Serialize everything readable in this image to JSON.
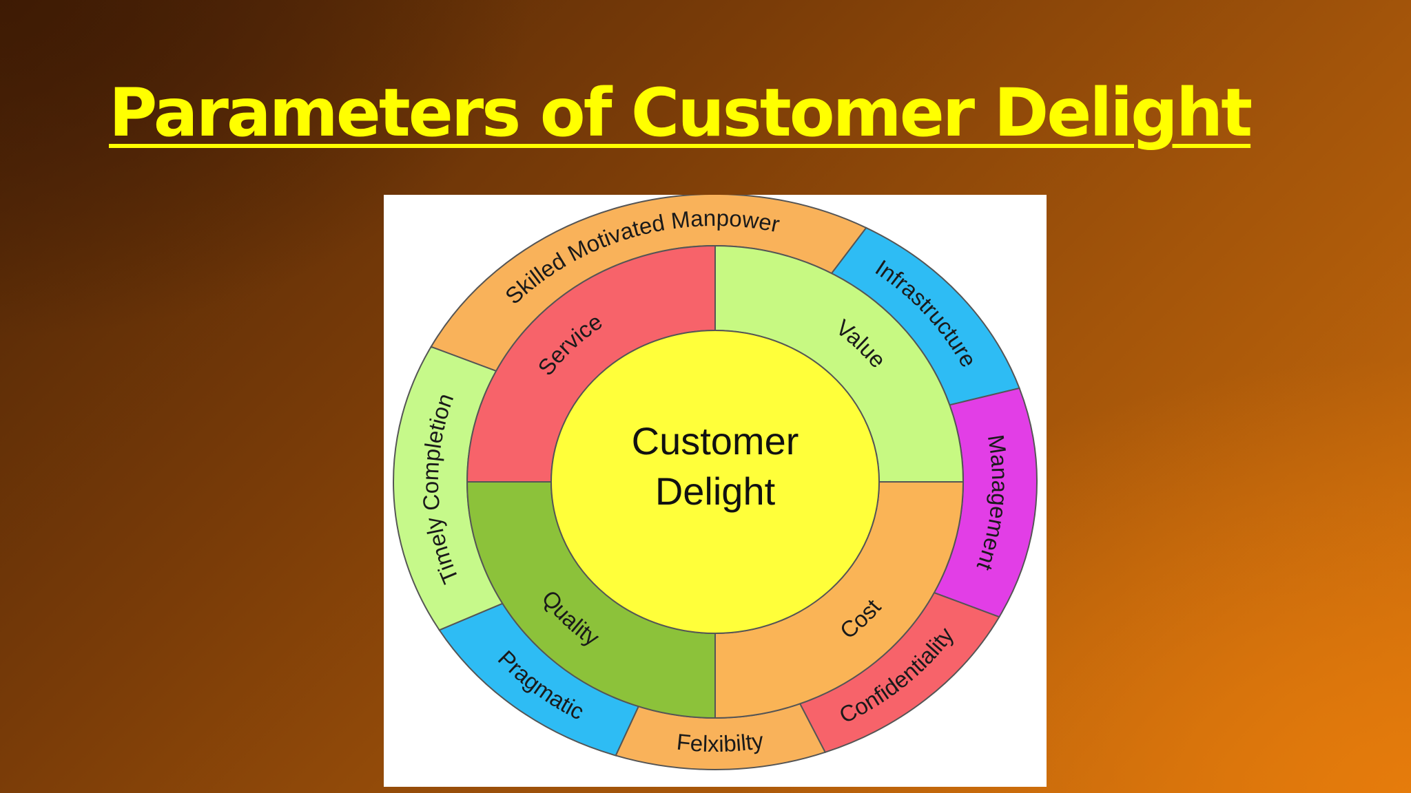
{
  "title": "Parameters of Customer Delight",
  "center": {
    "line1": "Customer",
    "line2": "Delight",
    "color": "#ffff3a"
  },
  "inner_ring": [
    {
      "label": "Service",
      "color": "#f7636a"
    },
    {
      "label": "Value",
      "color": "#c7f982"
    },
    {
      "label": "Cost",
      "color": "#fab456"
    },
    {
      "label": "Quality",
      "color": "#8cc23a"
    }
  ],
  "outer_ring": [
    {
      "label": "Skilled Motivated Manpower",
      "color": "#f9b25a"
    },
    {
      "label": "Infrastructure",
      "color": "#2ebcf4"
    },
    {
      "label": "Management",
      "color": "#e23ee6"
    },
    {
      "label": "Confidentiality",
      "color": "#f7636a"
    },
    {
      "label": "Felxibilty",
      "color": "#f9b25a"
    },
    {
      "label": "Pragmatic",
      "color": "#2ebcf4"
    },
    {
      "label": "Timely Completion",
      "color": "#c6f98a"
    }
  ]
}
